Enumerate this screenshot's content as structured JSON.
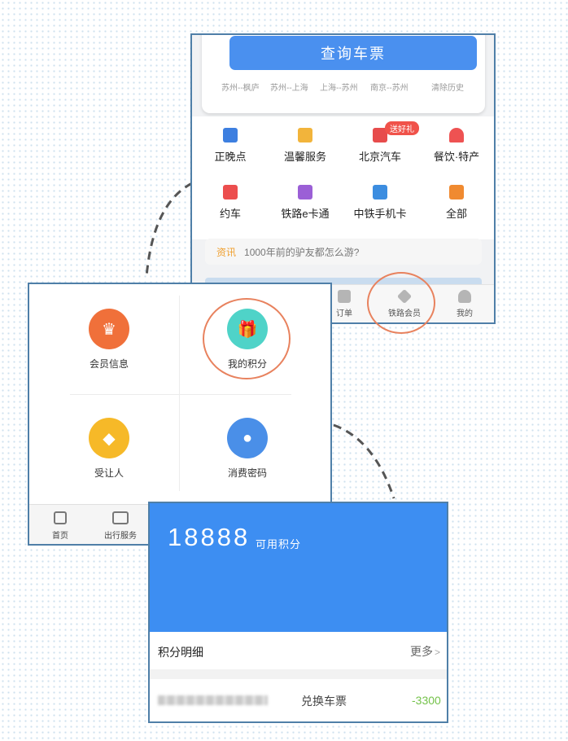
{
  "panel1": {
    "query_button": "查询车票",
    "history": [
      "苏州--枫庐",
      "苏州--上海",
      "上海--苏州",
      "南京--苏州",
      "清除历史"
    ],
    "services": [
      {
        "label": "正晚点",
        "icon": "bus-icon",
        "color": "#3d7fe0"
      },
      {
        "label": "温馨服务",
        "icon": "service-icon",
        "color": "#f2b43b"
      },
      {
        "label": "北京汽车",
        "icon": "car-icon",
        "color": "#e74c4c"
      },
      {
        "label": "餐饮·特产",
        "icon": "dining-icon",
        "color": "#ee5252"
      },
      {
        "label": "约车",
        "icon": "taxi-icon",
        "color": "#ec4e4e"
      },
      {
        "label": "铁路e卡通",
        "icon": "ecard-icon",
        "color": "#9b5fd6"
      },
      {
        "label": "中铁手机卡",
        "icon": "sim-card-icon",
        "color": "#3c8de0"
      },
      {
        "label": "全部",
        "icon": "grid-icon",
        "color": "#f08a30"
      }
    ],
    "gift_tag": "送好礼",
    "news": {
      "tag": "资讯",
      "text": "1000年前的驴友都怎么游?"
    },
    "tabs": [
      {
        "label": "订单",
        "icon": "order-icon"
      },
      {
        "label": "铁路会员",
        "icon": "diamond-icon"
      },
      {
        "label": "我的",
        "icon": "user-icon"
      }
    ]
  },
  "panel2": {
    "cells": [
      {
        "label": "会员信息",
        "icon": "crown-icon",
        "color": "#f0703a",
        "glyph": "♛"
      },
      {
        "label": "我的积分",
        "icon": "gift-icon",
        "color": "#4fd3c8",
        "glyph": "🎁"
      },
      {
        "label": "受让人",
        "icon": "diamond-icon",
        "color": "#f6b928",
        "glyph": "◆"
      },
      {
        "label": "消费密码",
        "icon": "coins-icon",
        "color": "#4a8fe8",
        "glyph": "●"
      }
    ],
    "tabs": [
      {
        "label": "首页",
        "icon": "home-train-icon"
      },
      {
        "label": "出行服务",
        "icon": "travel-service-icon"
      }
    ]
  },
  "panel3": {
    "points": "18888",
    "points_label": "可用积分",
    "detail_title": "积分明细",
    "more": "更多",
    "record": {
      "title": "兑换车票",
      "amount": "-3300"
    }
  }
}
